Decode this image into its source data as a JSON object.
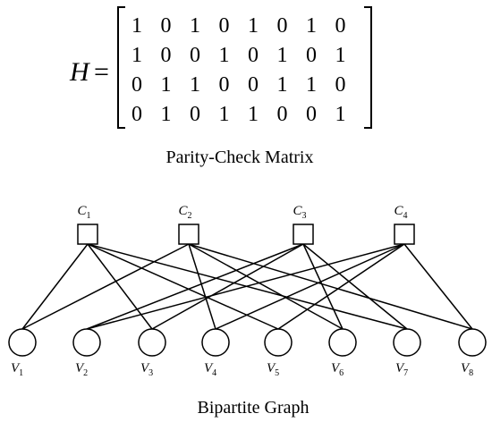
{
  "matrix": {
    "symbol": "H",
    "equals": "=",
    "rows": [
      [
        "1",
        "0",
        "1",
        "0",
        "1",
        "0",
        "1",
        "0"
      ],
      [
        "1",
        "0",
        "0",
        "1",
        "0",
        "1",
        "0",
        "1"
      ],
      [
        "0",
        "1",
        "1",
        "0",
        "0",
        "1",
        "1",
        "0"
      ],
      [
        "0",
        "1",
        "0",
        "1",
        "1",
        "0",
        "0",
        "1"
      ]
    ],
    "caption": "Parity-Check Matrix"
  },
  "graph": {
    "check_nodes": [
      {
        "name": "C",
        "sub": "1"
      },
      {
        "name": "C",
        "sub": "2"
      },
      {
        "name": "C",
        "sub": "3"
      },
      {
        "name": "C",
        "sub": "4"
      }
    ],
    "variable_nodes": [
      {
        "name": "V",
        "sub": "1"
      },
      {
        "name": "V",
        "sub": "2"
      },
      {
        "name": "V",
        "sub": "3"
      },
      {
        "name": "V",
        "sub": "4"
      },
      {
        "name": "V",
        "sub": "5"
      },
      {
        "name": "V",
        "sub": "6"
      },
      {
        "name": "V",
        "sub": "7"
      },
      {
        "name": "V",
        "sub": "8"
      }
    ],
    "caption": "Bipartite Graph"
  }
}
